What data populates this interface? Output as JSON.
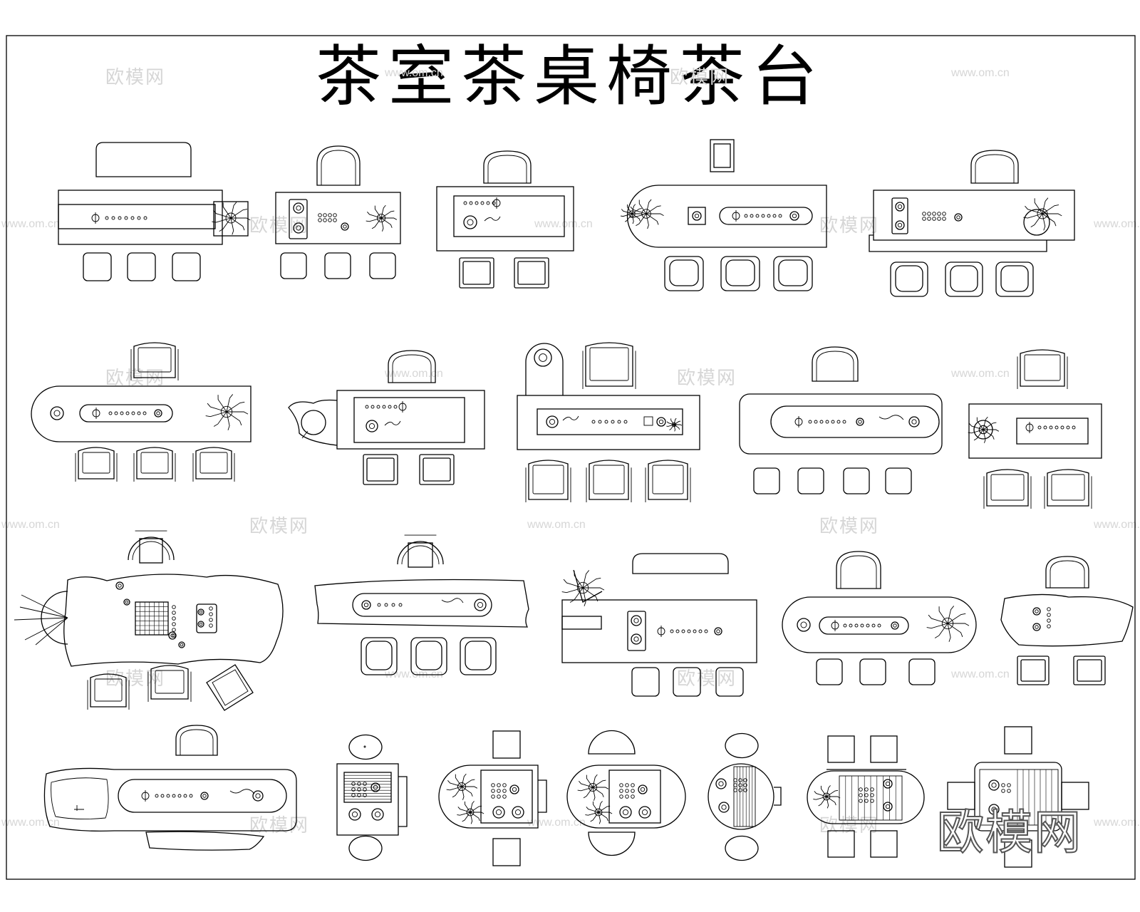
{
  "title": "茶室茶桌椅茶台",
  "watermark": {
    "cn": "欧模网",
    "url": "www.om.cn",
    "big": "欧模网"
  }
}
